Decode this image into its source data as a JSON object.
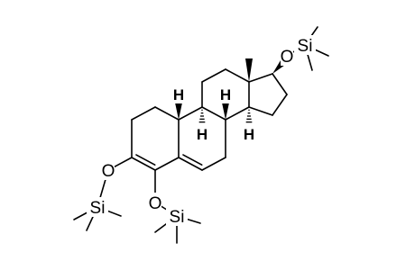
{
  "diagram": {
    "type": "chemical-structure",
    "atoms": {
      "o_top": "O",
      "si_top": "Si",
      "o_c3": "O",
      "si_c3": "Si",
      "o_c4": "O",
      "si_c4": "Si",
      "h8": "H",
      "h9": "H",
      "h10": "H",
      "h14": "H"
    },
    "colors": {
      "bond": "#000000",
      "text": "#000000",
      "background": "#ffffff"
    }
  }
}
